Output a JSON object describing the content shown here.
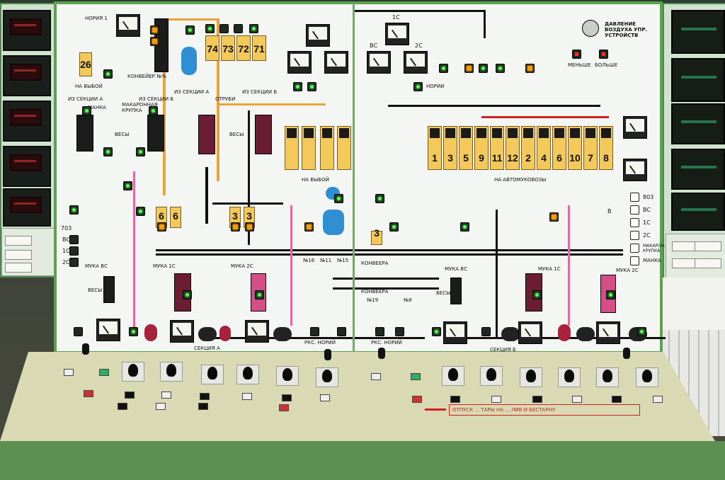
{
  "panel": {
    "title_right": "ДАВЛЕНИЕ ВОЗДУХА УПР. УСТРОЙСТВ",
    "less_label": "МЕНЬШЕ",
    "more_label": "БОЛЬШЕ",
    "labels": {
      "noria1": "НОРИЯ 1",
      "na_vyboy_left": "НА ВЫБОЙ",
      "conveyor_n": "КОНВЕЙЕР №%",
      "iz_sekcii_a_left": "ИЗ СЕКЦИИ А",
      "iz_sekcii_b_left": "ИЗ СЕКЦИИ Б",
      "manka": "МАНКА",
      "makaronnaya": "МАКАРОННАЯ КРУПКА",
      "vesy_left": "ВЕСЫ",
      "iz_sekcii_a_mid": "ИЗ СЕКЦИИ А",
      "iz_sekcii_b_mid": "ИЗ СЕКЦИИ Б",
      "otrubi": "ОТРУБИ",
      "vesy_mid": "ВЕСЫ",
      "na_vyboy_mid": "НА ВЫБОЙ",
      "bc": "ВС",
      "one_c": "1С",
      "two_c": "2С",
      "norii": "НОРИИ",
      "na_avtomukovozy": "НА АВТОМУКОВОЗЫ",
      "konveera_mid": "КОНВЕЕРА",
      "konveera_low": "КОНВЕЕРА",
      "muka_bc_left": "МУКА ВС",
      "muka_1c_left": "МУКА 1С",
      "muka_2c_left": "МУКА 2С",
      "vesy_low": "ВЕСЫ",
      "muka_bc_right": "МУКА ВС",
      "muka_1c_right": "МУКА 1С",
      "muka_2c_right": "МУКА 2С",
      "vesy_right": "ВЕСЫ",
      "sekciya_a": "СЕКЦИЯ А",
      "sekciya_b": "СЕКЦИЯ Б",
      "rks_noriy_a": "РКС. НОРИЙ",
      "rks_noriy_b": "РКС. НОРИЙ",
      "n16": "№16",
      "n11": "№11",
      "n15": "№15",
      "n19": "№19",
      "n8": "№8",
      "left_703": "703",
      "left_bc": "ВС",
      "left_1c": "1С",
      "left_2c": "2С",
      "right_803": "803",
      "right_bc": "ВС",
      "right_1c": "1С",
      "right_2c": "2С",
      "right_makar": "МАКАРОН. КРУПКА",
      "right_manka": "МАНКА",
      "right_b": "В",
      "footer_strip": "ОТПУСК ... ТАРЫ НА ... ЛИВ И БЕСТАРНУ"
    },
    "bin_numbers_left": [
      "26"
    ],
    "bin_numbers_top": [
      "74",
      "73",
      "72",
      "71"
    ],
    "bin_numbers_truck": [
      "1",
      "3",
      "5",
      "9",
      "11",
      "12",
      "2",
      "4",
      "6",
      "10",
      "7",
      "8"
    ],
    "bin_numbers_mid": [
      "6",
      "6",
      "3",
      "3",
      "3"
    ]
  },
  "colors": {
    "panel_bg": "#f4f6f3",
    "panel_border": "#5ba14e",
    "bin_yellow": "#f2c95a",
    "lamp_green": "#55ff55",
    "lamp_amber": "#ff9900",
    "pipe_orange": "#e8a33a",
    "pipe_pink": "#e06aa0"
  }
}
